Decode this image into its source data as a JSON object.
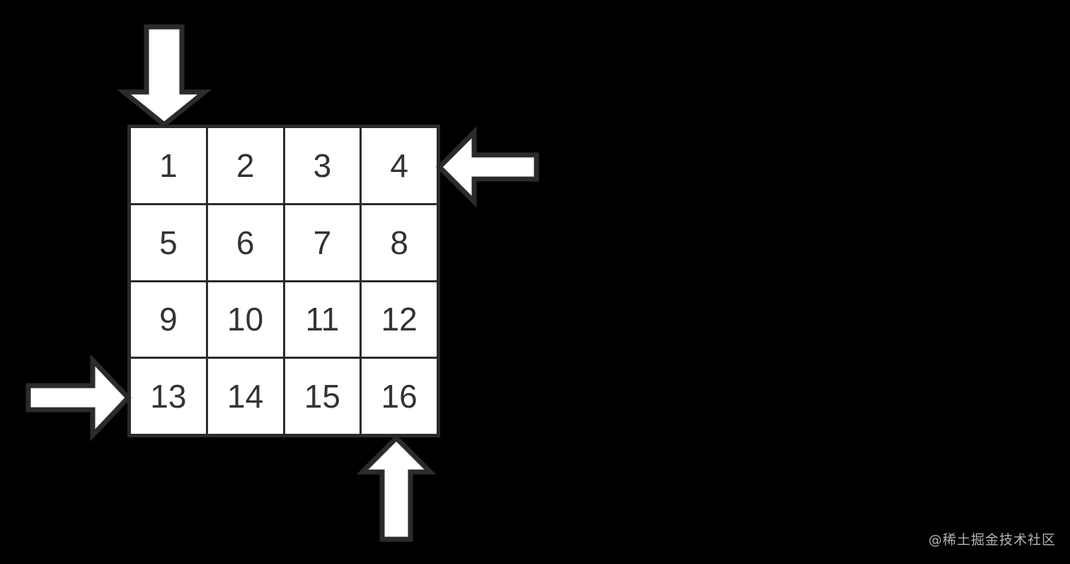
{
  "grid": {
    "rows": 4,
    "cols": 4,
    "cells": [
      "1",
      "2",
      "3",
      "4",
      "5",
      "6",
      "7",
      "8",
      "9",
      "10",
      "11",
      "12",
      "13",
      "14",
      "15",
      "16"
    ]
  },
  "arrows": [
    {
      "name": "top-arrow",
      "direction": "down",
      "points_at": "top edge above cell 1"
    },
    {
      "name": "right-arrow",
      "direction": "left",
      "points_at": "right edge beside cell 4"
    },
    {
      "name": "left-arrow",
      "direction": "right",
      "points_at": "left edge beside cell 13"
    },
    {
      "name": "bottom-arrow",
      "direction": "up",
      "points_at": "bottom edge below cell 16"
    }
  ],
  "watermark": {
    "text": "@稀土掘金技术社区"
  },
  "colors": {
    "bg": "#000000",
    "cell-bg": "#ffffff",
    "line": "#2b2b2b",
    "num": "#333333",
    "arrow-fill": "#ffffff",
    "arrow-stroke": "#2b2b2b",
    "watermark": "#b3b3b3"
  }
}
